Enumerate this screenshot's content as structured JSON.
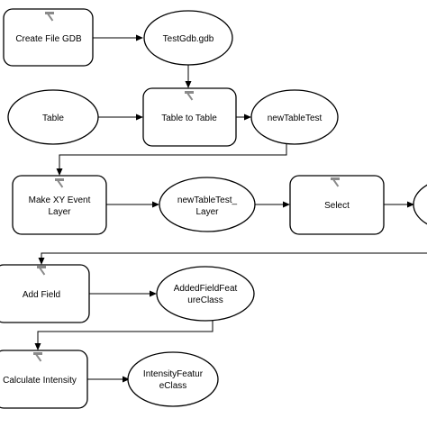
{
  "diagram": {
    "nodes": {
      "create_file_gdb": {
        "label": "Create File GDB",
        "shape": "tool",
        "icon": "hammer-icon"
      },
      "testgdb": {
        "label": "TestGdb.gdb",
        "shape": "data"
      },
      "table": {
        "label": "Table",
        "shape": "data"
      },
      "table_to_table": {
        "label": "Table to Table",
        "shape": "tool",
        "icon": "hammer-icon"
      },
      "newtabletest": {
        "label": "newTableTest",
        "shape": "data"
      },
      "make_xy_event_layer": {
        "lines": [
          "Make XY Event",
          "Layer"
        ],
        "shape": "tool",
        "icon": "hammer-icon"
      },
      "newtabletest_layer": {
        "lines": [
          "newTableTest_",
          "Layer"
        ],
        "shape": "data"
      },
      "select": {
        "label": "Select",
        "shape": "tool",
        "icon": "hammer-icon"
      },
      "select_output": {
        "label": "",
        "shape": "data"
      },
      "add_field": {
        "label": "Add Field",
        "shape": "tool",
        "icon": "hammer-icon"
      },
      "addedfield_fc": {
        "lines": [
          "AddedFieldFeat",
          "ureClass"
        ],
        "shape": "data"
      },
      "calculate_intensity": {
        "label": "Calculate Intensity",
        "shape": "tool",
        "icon": "hammer-icon"
      },
      "intensity_fc": {
        "lines": [
          "IntensityFeatur",
          "eClass"
        ],
        "shape": "data"
      }
    },
    "edges": [
      [
        "create_file_gdb",
        "testgdb"
      ],
      [
        "testgdb",
        "table_to_table"
      ],
      [
        "table",
        "table_to_table"
      ],
      [
        "table_to_table",
        "newtabletest"
      ],
      [
        "newtabletest",
        "make_xy_event_layer"
      ],
      [
        "make_xy_event_layer",
        "newtabletest_layer"
      ],
      [
        "newtabletest_layer",
        "select"
      ],
      [
        "select",
        "select_output"
      ],
      [
        "select_output",
        "add_field"
      ],
      [
        "add_field",
        "addedfield_fc"
      ],
      [
        "addedfield_fc",
        "calculate_intensity"
      ],
      [
        "calculate_intensity",
        "intensity_fc"
      ]
    ],
    "colors": {
      "stroke": "#000000",
      "fill": "#ffffff",
      "icon": "#7a7a7a"
    }
  }
}
